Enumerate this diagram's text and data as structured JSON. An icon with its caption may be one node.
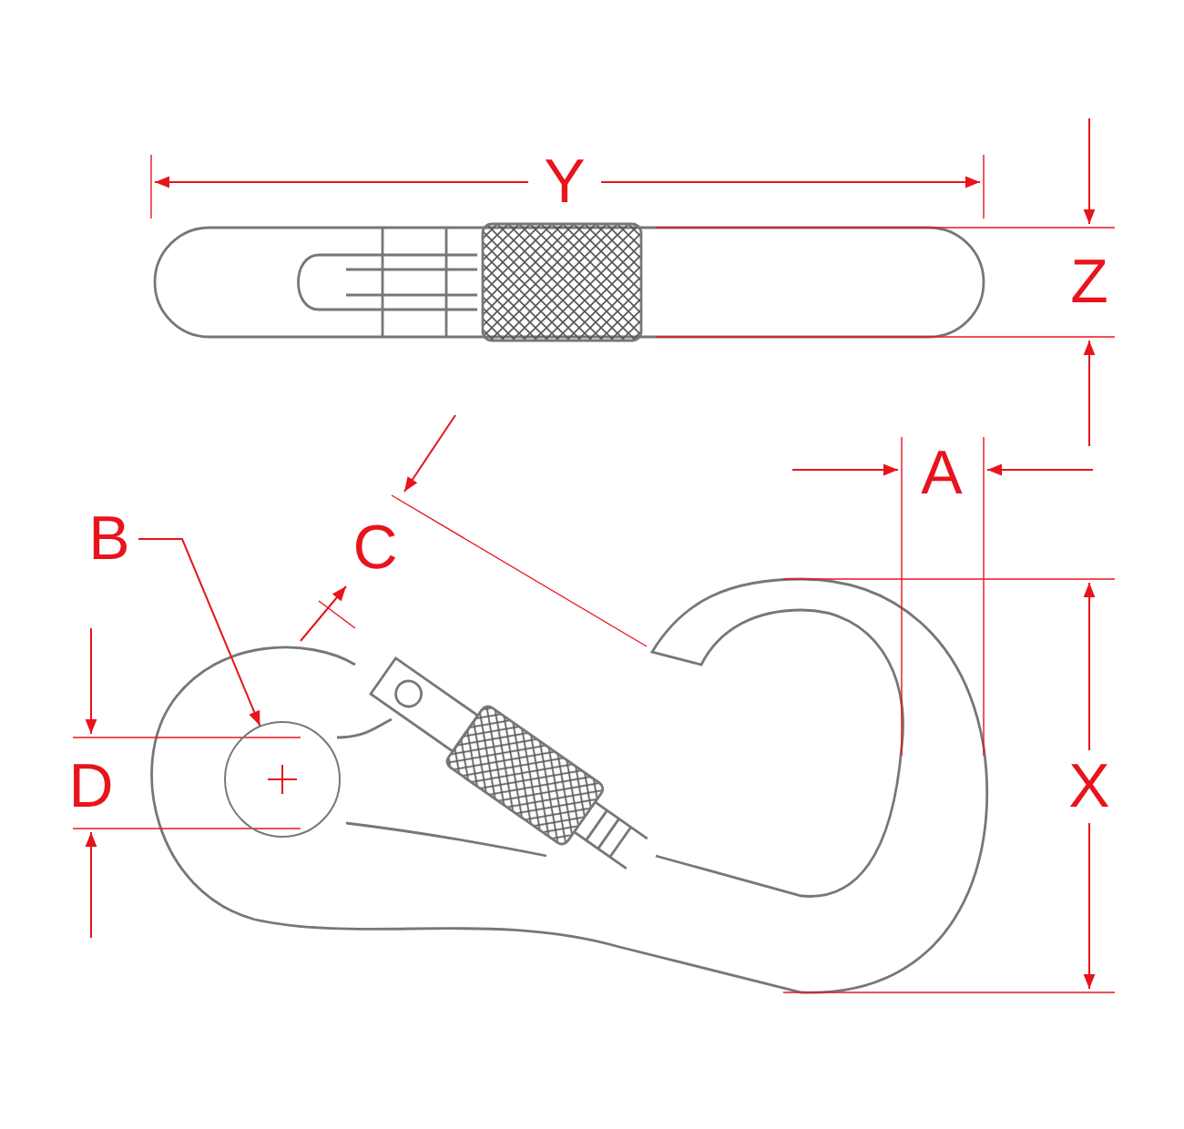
{
  "diagram": {
    "nodes": [
      {
        "text": [
          "B"
        ]
      },
      {
        "text": [],
        "shape": "circle"
      }
    ],
    "edges": [
      {
        "from": 0,
        "to": 1,
        "arrow": "to"
      }
    ],
    "labels": [
      "Y",
      "Z",
      "A",
      "C",
      "D",
      "X"
    ]
  }
}
